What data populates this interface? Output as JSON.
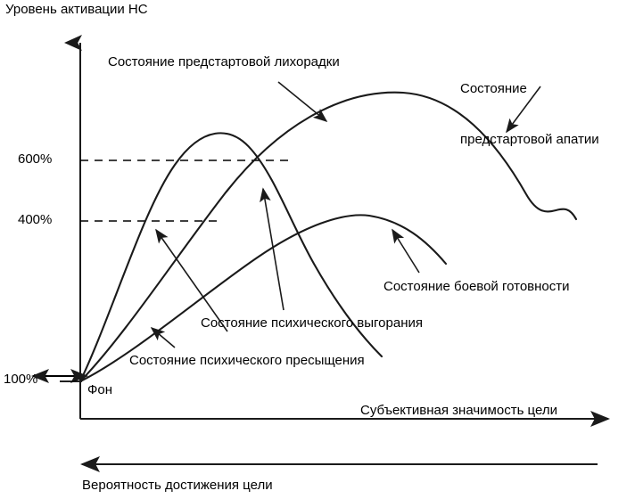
{
  "figure": {
    "y_axis_title": "Уровень активации НС",
    "x_axis_title": "Субъективная значимость цели",
    "secondary_axis_title": "Вероятность достижения цели",
    "baseline_label": "Фон",
    "ticks": [
      {
        "label": "600%"
      },
      {
        "label": "400%"
      },
      {
        "label": "100%"
      }
    ],
    "annotations": [
      {
        "id": "fever",
        "text": "Состояние предстартовой лихорадки"
      },
      {
        "id": "apathy",
        "line1": "Состояние",
        "line2": "предстартовой апатии"
      },
      {
        "id": "readiness",
        "text": "Состояние боевой готовности"
      },
      {
        "id": "burnout",
        "text": "Состояние психического выгорания"
      },
      {
        "id": "satiation",
        "text": "Состояние психического пресыщения"
      }
    ],
    "colors": {
      "stroke": "#1a1a1a",
      "background": "#ffffff"
    }
  },
  "chart_data": {
    "type": "line",
    "title": "",
    "xlabel": "Субъективная значимость цели",
    "ylabel": "Уровень активации НС",
    "x": [
      0,
      1,
      2,
      3,
      4,
      5,
      6,
      7,
      8,
      9,
      10
    ],
    "ytick_labels": [
      "100%",
      "400%",
      "600%"
    ],
    "ytick_values": [
      100,
      400,
      600
    ],
    "ylim": [
      100,
      900
    ],
    "xlim": [
      0,
      10
    ],
    "grid": false,
    "gridlines_dashed": [
      400,
      600
    ],
    "legend": "annotations-on-plot",
    "series": [
      {
        "name": "Состояние предстартовой лихорадки",
        "peak_x": 3.2,
        "peak_y": 700,
        "values": [
          100,
          330,
          560,
          690,
          700,
          640,
          540,
          430,
          330,
          250,
          200
        ]
      },
      {
        "name": "Состояние предстартовой апатии",
        "peak_x": 6.2,
        "peak_y": 820,
        "values": [
          100,
          230,
          380,
          520,
          650,
          760,
          820,
          810,
          720,
          580,
          450
        ]
      },
      {
        "name": "Состояние боевой готовности",
        "peak_x": 5.4,
        "peak_y": 480,
        "values": [
          100,
          180,
          250,
          320,
          400,
          460,
          480,
          460,
          410,
          340,
          270
        ]
      }
    ],
    "annotation_labels": [
      "Состояние предстартовой лихорадки",
      "Состояние предстартовой апатии",
      "Состояние боевой готовности",
      "Состояние психического выгорания",
      "Состояние психического пресыщения"
    ]
  }
}
